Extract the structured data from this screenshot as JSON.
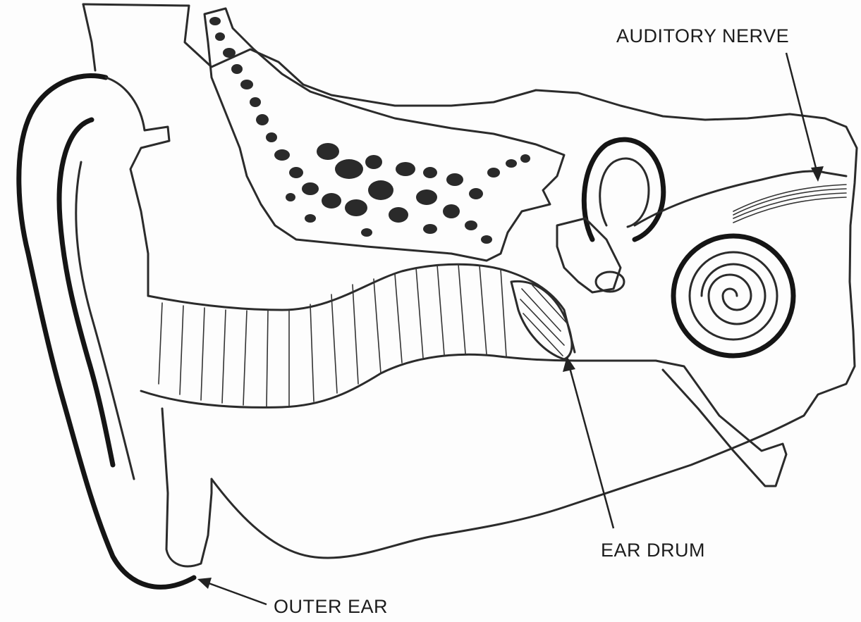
{
  "labels": {
    "auditory_nerve": "AUDITORY NERVE",
    "ear_drum": "EAR DRUM",
    "outer_ear": "OUTER EAR"
  },
  "colors": {
    "ink": "#2b2b2b",
    "paper": "#fdfdfd"
  }
}
